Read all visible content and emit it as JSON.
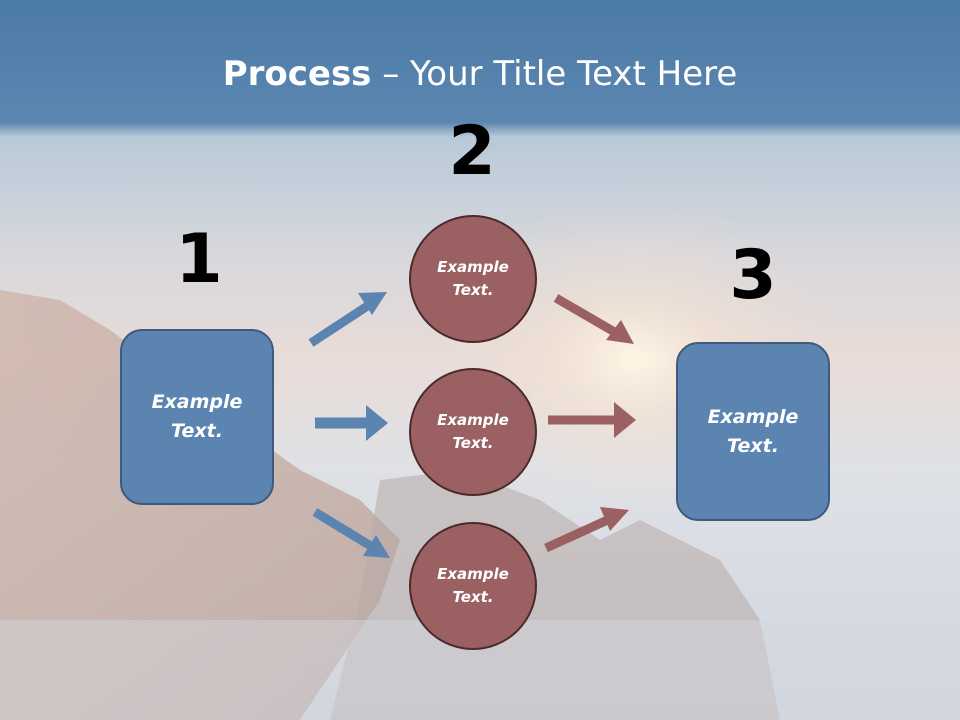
{
  "title": {
    "bold": "Process",
    "rest": " – Your Title Text Here"
  },
  "steps": [
    {
      "number": "1",
      "box_text": "Example\nText."
    },
    {
      "number": "2",
      "circles": [
        "Example\nText.",
        "Example\nText.",
        "Example\nText."
      ]
    },
    {
      "number": "3",
      "box_text": "Example\nText."
    }
  ],
  "colors": {
    "box_fill": "#5b84b1",
    "circle_fill": "#9b6062",
    "arrow_blue": "#5b84b1",
    "arrow_red": "#9b6062",
    "title_band": "#5a83ad"
  }
}
